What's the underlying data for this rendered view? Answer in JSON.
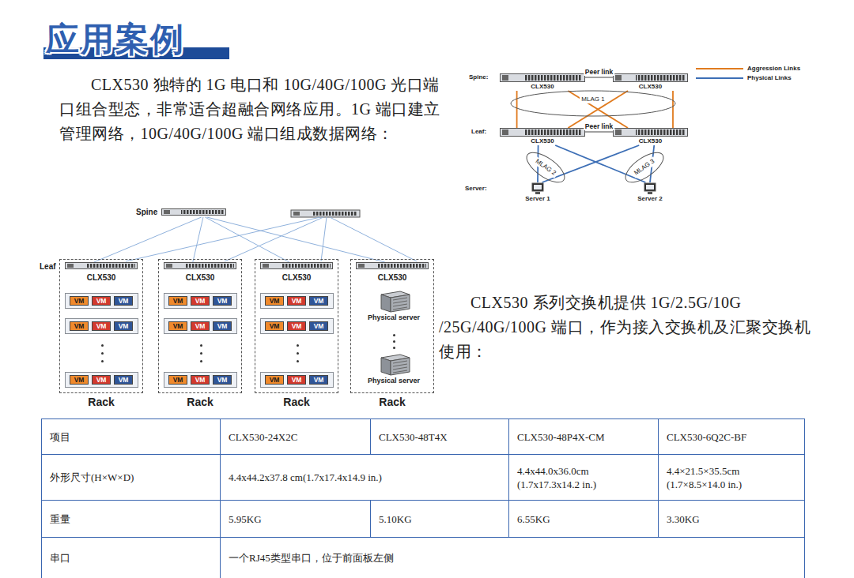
{
  "diagram": {
    "title": "应用案例",
    "nodes": [
      {
        "text": [
          "Spine"
        ]
      },
      {
        "text": [
          "Rack"
        ]
      },
      {
        "text": [
          "CLX530"
        ],
        "in": 1
      },
      {
        "text": [
          "VM"
        ],
        "in": 1
      },
      {
        "text": [
          "VM"
        ],
        "in": 1
      },
      {
        "text": [
          "VM"
        ],
        "in": 1
      },
      {
        "text": [
          "VM"
        ],
        "in": 1
      },
      {
        "text": [
          "VM"
        ],
        "in": 1
      },
      {
        "text": [
          "VM"
        ],
        "in": 1
      },
      {
        "text": [
          "VM"
        ],
        "in": 1
      },
      {
        "text": [
          "VM"
        ],
        "in": 1
      },
      {
        "text": [
          "VM"
        ],
        "in": 1
      },
      {
        "text": [
          "Rack"
        ]
      },
      {
        "text": [
          "CLX530"
        ],
        "in": 12
      },
      {
        "text": [
          "VM"
        ],
        "in": 12
      },
      {
        "text": [
          "VM"
        ],
        "in": 12
      },
      {
        "text": [
          "VM"
        ],
        "in": 12
      },
      {
        "text": [
          "VM"
        ],
        "in": 12
      },
      {
        "text": [
          "VM"
        ],
        "in": 12
      },
      {
        "text": [
          "VM"
        ],
        "in": 12
      },
      {
        "text": [
          "VM"
        ],
        "in": 12
      },
      {
        "text": [
          "VM"
        ],
        "in": 12
      },
      {
        "text": [
          "VM"
        ],
        "in": 12
      },
      {
        "text": [
          "Rack"
        ]
      },
      {
        "text": [
          "CLX530"
        ],
        "in": 23
      },
      {
        "text": [
          "VM"
        ],
        "in": 23
      },
      {
        "text": [
          "VM"
        ],
        "in": 23
      },
      {
        "text": [
          "VM"
        ],
        "in": 23
      },
      {
        "text": [
          "VM"
        ],
        "in": 23
      },
      {
        "text": [
          "VM"
        ],
        "in": 23
      },
      {
        "text": [
          "VM"
        ],
        "in": 23
      },
      {
        "text": [
          "VM"
        ],
        "in": 23
      },
      {
        "text": [
          "VM"
        ],
        "in": 23
      },
      {
        "text": [
          "VM"
        ],
        "in": 23
      },
      {
        "text": [
          "Rack"
        ]
      },
      {
        "text": [
          "CLX530"
        ],
        "in": 34
      },
      {
        "text": [
          "Physical server"
        ],
        "in": 34
      },
      {
        "text": [
          "Physical server"
        ],
        "in": 34
      },
      {
        "text": [
          "CLX530"
        ]
      },
      {
        "text": [
          "CLX530"
        ]
      },
      {
        "text": [
          "MLAG 1"
        ]
      },
      {
        "text": [
          "CLX530"
        ]
      },
      {
        "text": [
          "CLX530"
        ]
      },
      {
        "text": [
          "MLAG 2"
        ]
      },
      {
        "text": [
          "MLAG 3"
        ]
      },
      {
        "text": [
          "Server 1"
        ]
      },
      {
        "text": [
          "Server 2"
        ]
      }
    ],
    "edges": [
      {
        "from": 0,
        "to": 2,
        "arrow": "none"
      },
      {
        "from": 0,
        "to": 13,
        "arrow": "none"
      },
      {
        "from": 0,
        "to": 24,
        "arrow": "none"
      },
      {
        "from": 0,
        "to": 35,
        "arrow": "none"
      },
      {
        "from": 38,
        "to": 39,
        "label": "Peer link",
        "arrow": "none"
      },
      {
        "from": 41,
        "to": 42,
        "label": "Peer link",
        "arrow": "none"
      },
      {
        "from": 38,
        "to": 41,
        "arrow": "none"
      },
      {
        "from": 38,
        "to": 42,
        "arrow": "none"
      },
      {
        "from": 39,
        "to": 41,
        "arrow": "none"
      },
      {
        "from": 39,
        "to": 42,
        "arrow": "none"
      },
      {
        "from": 41,
        "to": 45,
        "arrow": "none"
      },
      {
        "from": 41,
        "to": 46,
        "arrow": "none"
      },
      {
        "from": 42,
        "to": 45,
        "arrow": "none"
      },
      {
        "from": 42,
        "to": 46,
        "arrow": "none"
      }
    ],
    "labels": [
      "CLX530 独特的 1G 电口和 10G/40G/100G 光口端口组合型态，非常适合超融合网络应用。1G 端口建立管理网络，10G/40G/100G 端口组成数据网络：",
      "Leaf",
      "Spine:",
      "Leaf:",
      "Server:",
      "CLX530 系列交换机提供 1G/2.5G/10G /25G/40G/100G 端口，作为接入交换机及汇聚交换机使用：",
      "项目",
      "CLX530-24X2C",
      "CLX530-48T4X",
      "CLX530-48P4X-CM",
      "CLX530-6Q2C-BF",
      "外形尺寸(H×W×D)",
      "4.4x44.2x37.8 cm(1.7x17.4x14.9 in.)",
      "4.4x44.0x36.0cm (1.7x17.3x14.2 in.)",
      "4.4×21.5×35.5cm (1.7×8.5×14.0 in.)",
      "重量",
      "5.95KG",
      "5.10KG",
      "6.55KG",
      "3.30KG",
      "串口",
      "一个RJ45类型串口，位于前面板左侧"
    ],
    "legend": [
      {
        "text": "Aggression Links"
      },
      {
        "text": "Physical Links"
      }
    ]
  }
}
